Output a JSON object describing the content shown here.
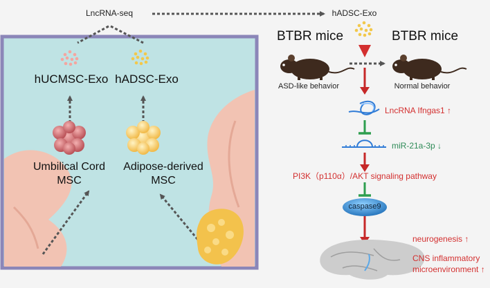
{
  "labels": {
    "lncrna_seq": "LncRNA-seq",
    "exo_top": "hADSC-Exo",
    "huc_exo": "hUCMSC-Exo",
    "had_exo": "hADSC-Exo",
    "umbilical_line1": "Umbilical Cord",
    "umbilical_line2": "MSC",
    "adipose_line1": "Adipose-derived",
    "adipose_line2": "MSC",
    "btbr_left": "BTBR mice",
    "btbr_right": "BTBR mice",
    "asd_behavior": "ASD-like behavior",
    "normal_behavior": "Normal behavior",
    "lncrna": "LncRNA Ifngas1 ↑",
    "mirna": "miR-21a-3p ↓",
    "pathway": "PI3K（p110α）/AKT signaling pathway",
    "caspase": "caspase9",
    "neurogenesis": "neurogenesis ↑",
    "cns_line1": "CNS inflammatory",
    "cns_line2": "microenvironment ↑"
  },
  "colors": {
    "panel_bg": "#bfe3e4",
    "panel_border": "#8b86b8",
    "skin": "#f2c3b3",
    "red_text": "#d32f2f",
    "green_text": "#2e8b57",
    "inhibit_green": "#2e9e4f",
    "arrow_red": "#c62828",
    "dot_yellow": "#f2c84b",
    "dot_pink": "#f4a6a0",
    "caspase_blue": "#2f8fd6",
    "mouse_brown": "#3e2a1e",
    "brain_gray": "#c9c9c9"
  }
}
